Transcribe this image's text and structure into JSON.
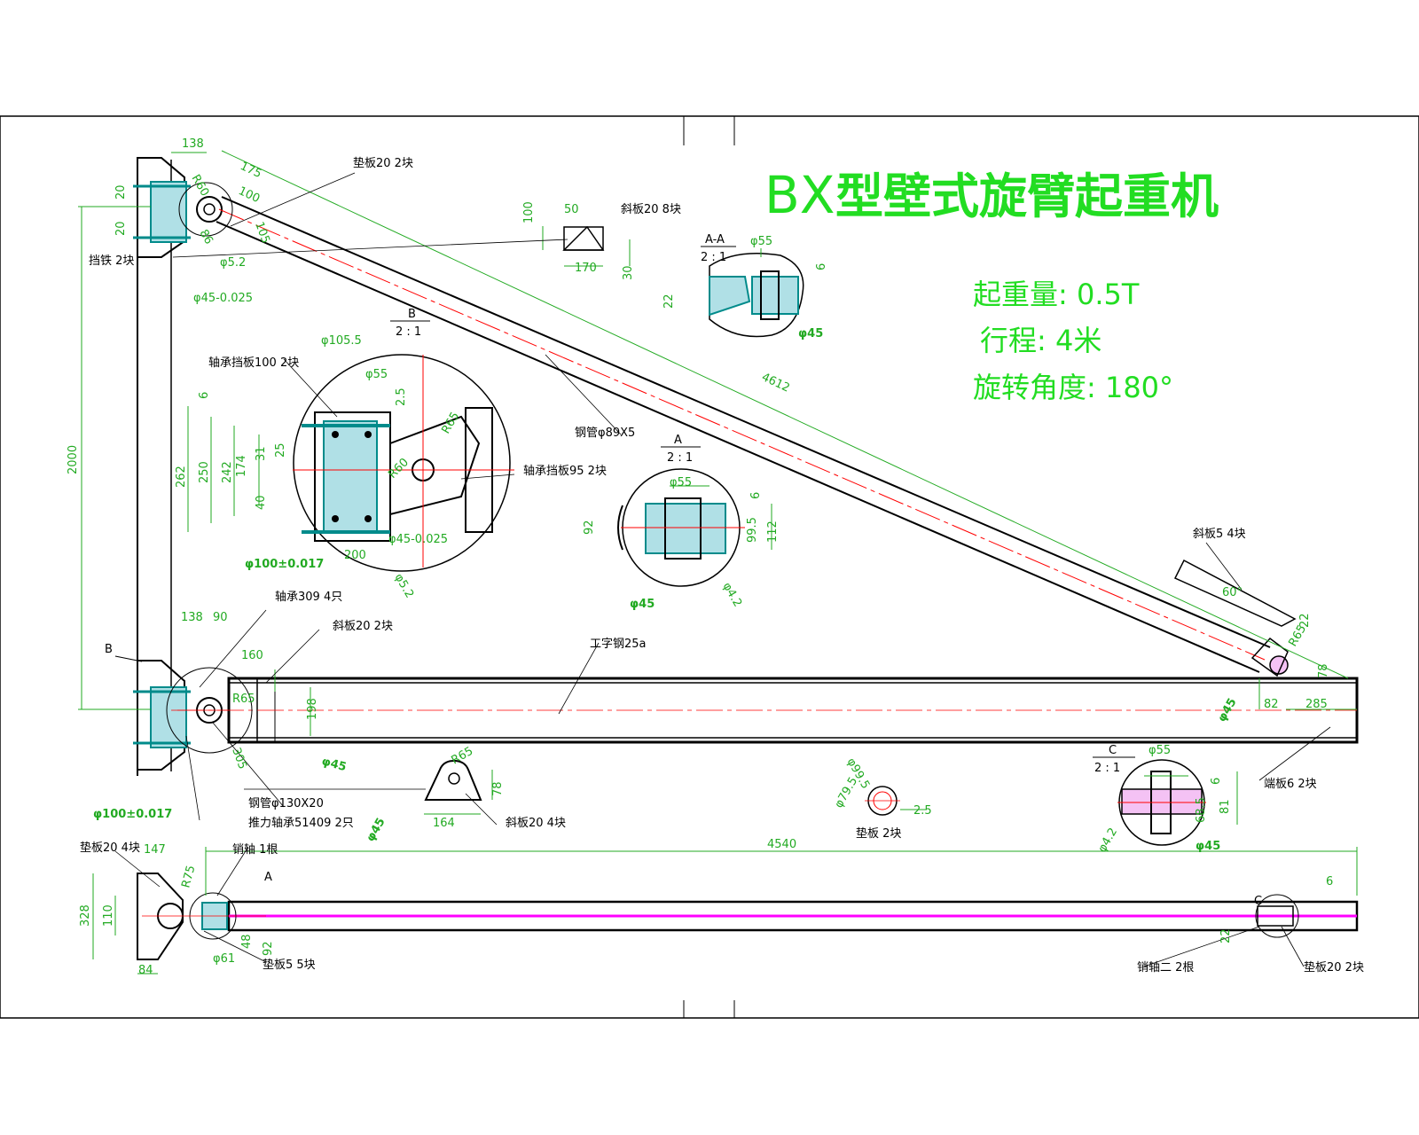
{
  "title": {
    "prefix": "BX",
    "main": "型壁式旋臂起重机"
  },
  "specs": {
    "load_capacity": "起重量: 0.5T",
    "travel": "行程: 4米",
    "rotation": "旋转角度: 180°"
  },
  "views": {
    "detail_b": {
      "label": "B",
      "scale": "2 : 1"
    },
    "detail_a": {
      "label": "A",
      "scale": "2 : 1"
    },
    "section_aa": {
      "label": "A-A",
      "scale": "2 : 1"
    },
    "detail_c": {
      "label": "C",
      "scale": "2 : 1"
    },
    "marker_a": "A",
    "marker_b": "B",
    "marker_c": "C"
  },
  "annotations": {
    "top_left_plate": "垫板20 2块",
    "pin_left": "挡铁 2块",
    "rib_plate": "斜板20 8块",
    "tube": "钢管φ89X5",
    "bearing_plate_100": "轴承挡板100 2块",
    "bearing_plate_95": "轴承挡板95 2块",
    "washer_309": "轴承309 4只",
    "plate_20_mid": "斜板20 2块",
    "seamless_tube": "钢管φ130X20",
    "thrust_bearing": "推力轴承51409 2只",
    "i_beam": "工字钢25a",
    "rib_plate_4": "斜板20 4块",
    "small_plate": "垫板 2块",
    "rib_5": "斜板5 4块",
    "end_plate_6": "端板6 2块",
    "pad_20_4": "垫板20 4块",
    "pin_shaft": "销轴 1根",
    "plate_5": "垫板5 5块",
    "pin_2": "销轴二 2根",
    "pad_20_2": "垫板20 2块"
  },
  "dimensions": {
    "d138_top": "138",
    "r60": "R60",
    "d175": "175",
    "d100_top": "100",
    "d20a": "20",
    "d20b": "20",
    "d86": "86",
    "d105": "105",
    "phi52": "φ5.2",
    "phi45_tol": "φ45-0.025",
    "d100_rib": "100",
    "d50": "50",
    "d170": "170",
    "d30": "30",
    "d2000": "2000",
    "d262": "262",
    "d250": "250",
    "d242": "242",
    "d174": "174",
    "d31": "31",
    "d25": "25",
    "d40": "40",
    "d6": "6",
    "d25b": "2.5",
    "phi1055": "φ105.5",
    "phi55_b": "φ55",
    "r65_b": "R65",
    "r60_b": "R60",
    "phi45_b": "φ45-0.025",
    "phi100_b": "φ100±0.017",
    "d200": "200",
    "phi52_b": "φ5.2",
    "d4612": "4612",
    "phi55_a": "φ55",
    "d6_a": "6",
    "d92": "92",
    "d995": "99.5",
    "d112": "112",
    "phi42": "φ4.2",
    "phi45_a": "φ45",
    "phi55_aa": "φ55",
    "d6_aa": "6",
    "d22_aa": "22",
    "phi45_aa": "φ45",
    "d138_mid": "138",
    "d90": "90",
    "d160": "160",
    "r65_mid": "R65",
    "d198": "198",
    "d305": "305",
    "phi45_mid": "φ45",
    "phi100_mid": "φ100±0.017",
    "r65_lug": "R65",
    "d78_lug": "78",
    "d164": "164",
    "phi45_lug": "φ45",
    "phi995": "φ99.5",
    "phi795": "φ79.5",
    "d25_c": "2.5",
    "phi55_c": "φ55",
    "d6_c": "6",
    "d685": "68.5",
    "d81": "81",
    "phi42_c": "φ4.2",
    "phi45_c": "φ45",
    "d60deg": "60°",
    "d22_r": "22",
    "r65_r": "R65",
    "d78_r": "78",
    "d82": "82",
    "d285": "285",
    "phi45_r": "φ45",
    "d4540": "4540",
    "d147": "147",
    "r75": "R75",
    "d328": "328",
    "d110": "110",
    "d84": "84",
    "d48": "48",
    "d92_b": "92",
    "phi61": "φ61",
    "d22_end": "22",
    "d6_end": "6"
  },
  "colors": {
    "outline": "#000000",
    "dimension": "#22aa22",
    "title": "#22dd22",
    "centerline": "#ff0000",
    "bearing": "#008b8b",
    "magenta": "#ff00ff"
  }
}
